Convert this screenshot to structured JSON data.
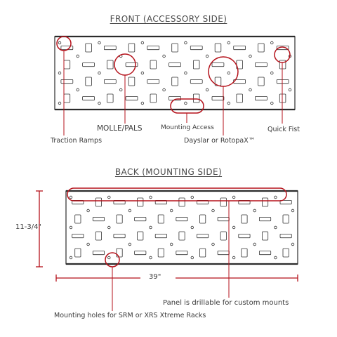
{
  "front": {
    "heading": "FRONT (ACCESSORY SIDE)",
    "callouts": {
      "traction_ramps": "Traction Ramps",
      "molle_pals": "MOLLE/PALS",
      "mounting_access": "Mounting Access",
      "dayslar_rotopax": "Dayslar or RotopaX™",
      "quick_fist": "Quick Fist"
    }
  },
  "back": {
    "heading": "BACK (MOUNTING SIDE)",
    "dimensions": {
      "height": "11-3/4\"",
      "width": "39\""
    },
    "callouts": {
      "drillable": "Panel is drillable for custom mounts",
      "mounting_holes": "Mounting holes for SRM or XRS Xtreme Racks"
    }
  },
  "colors": {
    "callout": "#b5121b",
    "line": "#2b2b2b"
  }
}
